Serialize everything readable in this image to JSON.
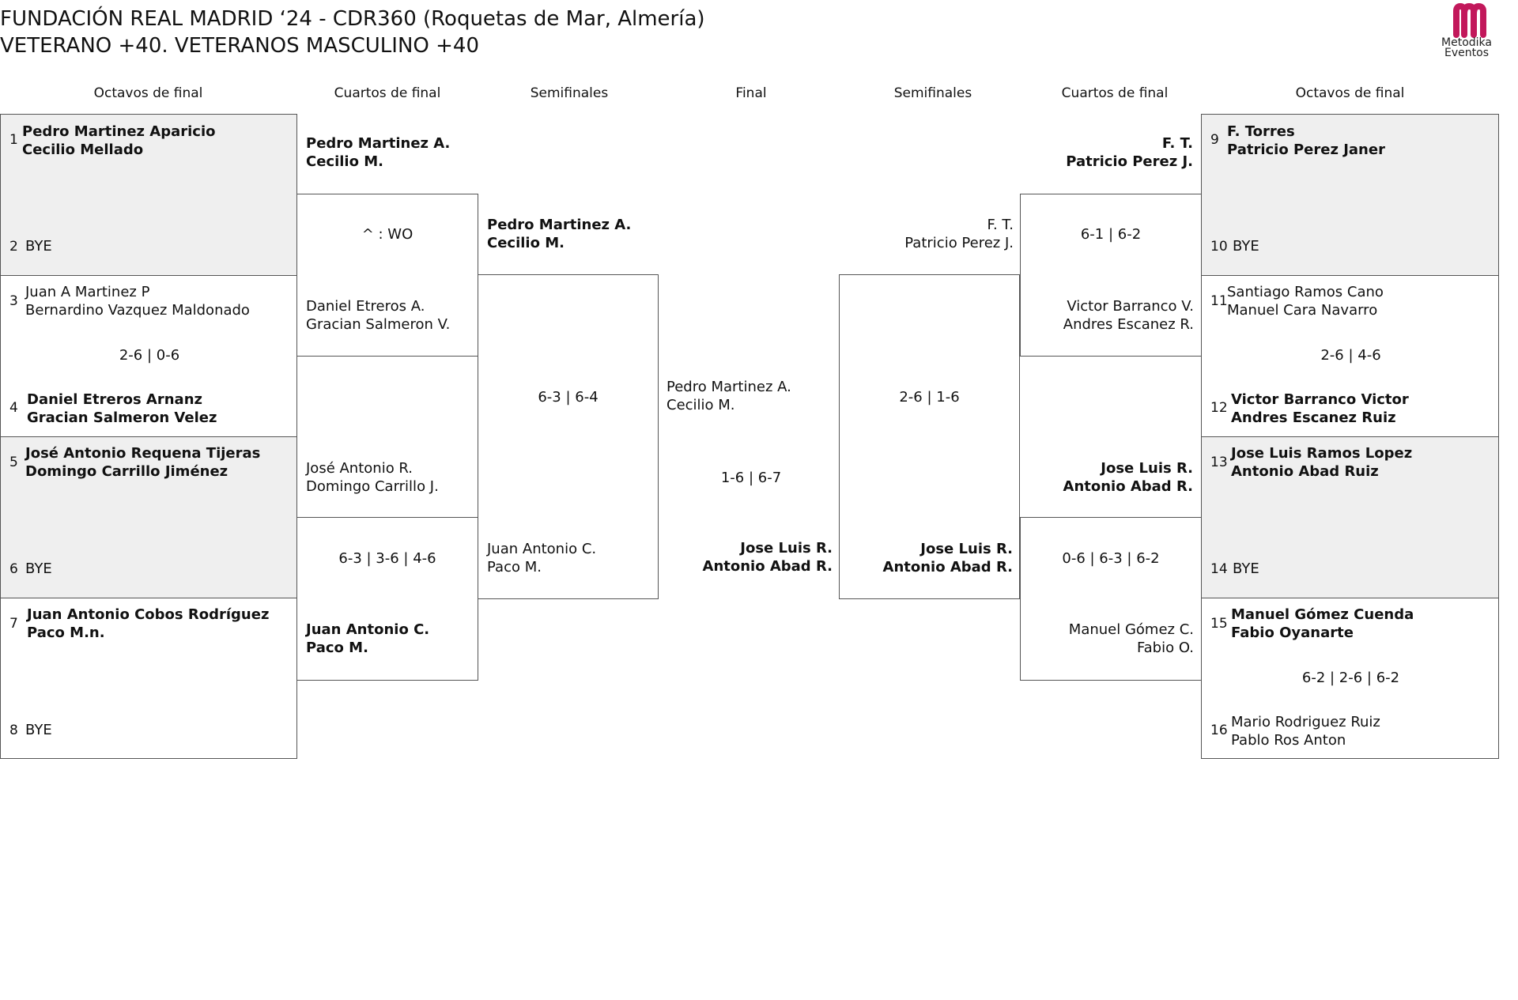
{
  "header": {
    "title_line1": "FUNDACIÓN REAL MADRID ‘24 - CDR360 (Roquetas de Mar, Almería)",
    "title_line2": "VETERANO +40. VETERANOS MASCULINO +40",
    "logo_line1": "Metodika",
    "logo_line2": "Eventos"
  },
  "columns": {
    "left_r16": "Octavos de final",
    "left_qf": "Cuartos de final",
    "left_sf": "Semifinales",
    "final": "Final",
    "right_sf": "Semifinales",
    "right_qf": "Cuartos de final",
    "right_r16": "Octavos de final"
  },
  "r16": [
    {
      "seed": "1",
      "p1": "Pedro Martinez Aparicio",
      "p2": "Cecilio Mellado"
    },
    {
      "seed": "2",
      "p1": "BYE",
      "p2": ""
    },
    {
      "seed": "3",
      "p1": "Juan A Martinez P",
      "p2": "Bernardino Vazquez Maldonado"
    },
    {
      "seed": "4",
      "p1": "Daniel Etreros Arnanz",
      "p2": "Gracian Salmeron Velez"
    },
    {
      "seed": "5",
      "p1": "José Antonio Requena Tijeras",
      "p2": "Domingo Carrillo Jiménez"
    },
    {
      "seed": "6",
      "p1": "BYE",
      "p2": ""
    },
    {
      "seed": "7",
      "p1": "Juan Antonio Cobos Rodríguez",
      "p2": "Paco M.n."
    },
    {
      "seed": "8",
      "p1": "BYE",
      "p2": ""
    },
    {
      "seed": "9",
      "p1": "F. Torres",
      "p2": "Patricio Perez Janer"
    },
    {
      "seed": "10",
      "p1": "BYE",
      "p2": ""
    },
    {
      "seed": "11",
      "p1": "Santiago Ramos Cano",
      "p2": "Manuel Cara Navarro"
    },
    {
      "seed": "12",
      "p1": "Victor Barranco Victor",
      "p2": "Andres Escanez Ruiz"
    },
    {
      "seed": "13",
      "p1": "Jose Luis Ramos Lopez",
      "p2": "Antonio Abad Ruiz"
    },
    {
      "seed": "14",
      "p1": "BYE",
      "p2": ""
    },
    {
      "seed": "15",
      "p1": "Manuel Gómez Cuenda",
      "p2": "Fabio Oyanarte"
    },
    {
      "seed": "16",
      "p1": "Mario Rodriguez Ruiz",
      "p2": "Pablo Ros Anton"
    }
  ],
  "r16_scores": {
    "m2": "2-6 | 0-6",
    "m6": "2-6 | 4-6",
    "m8": "6-2 | 2-6 | 6-2"
  },
  "qf": {
    "l1": {
      "p1": "Pedro Martinez A.",
      "p2": "Cecilio M."
    },
    "l2": {
      "p1": "Daniel Etreros A.",
      "p2": "Gracian Salmeron V."
    },
    "l3": {
      "p1": "José Antonio R.",
      "p2": "Domingo Carrillo J."
    },
    "l4": {
      "p1": "Juan Antonio C.",
      "p2": "Paco M."
    },
    "r1": {
      "p1": "F. T.",
      "p2": "Patricio Perez J."
    },
    "r2": {
      "p1": "Victor Barranco V.",
      "p2": "Andres Escanez R."
    },
    "r3": {
      "p1": "Jose Luis R.",
      "p2": "Antonio Abad R."
    },
    "r4": {
      "p1": "Manuel Gómez C.",
      "p2": "Fabio O."
    },
    "score_l_top": "^ : WO",
    "score_l_bot": "6-3 | 3-6 | 4-6",
    "score_r_top": "6-1 | 6-2",
    "score_r_bot": "0-6 | 6-3 | 6-2"
  },
  "sf": {
    "l1": {
      "p1": "Pedro Martinez A.",
      "p2": "Cecilio M."
    },
    "l2": {
      "p1": "Juan Antonio C.",
      "p2": "Paco M."
    },
    "r1": {
      "p1": "F. T.",
      "p2": "Patricio Perez J."
    },
    "r2": {
      "p1": "Jose Luis R.",
      "p2": "Antonio Abad R."
    },
    "score_l": "6-3 | 6-4",
    "score_r": "2-6 | 1-6"
  },
  "final": {
    "top": {
      "p1": "Pedro Martinez A.",
      "p2": "Cecilio M."
    },
    "bottom": {
      "p1": "Jose Luis R.",
      "p2": "Antonio Abad R."
    },
    "score": "1-6 | 6-7"
  },
  "colors": {
    "gray_fill": "#efefef",
    "logo": "#c2185b"
  }
}
